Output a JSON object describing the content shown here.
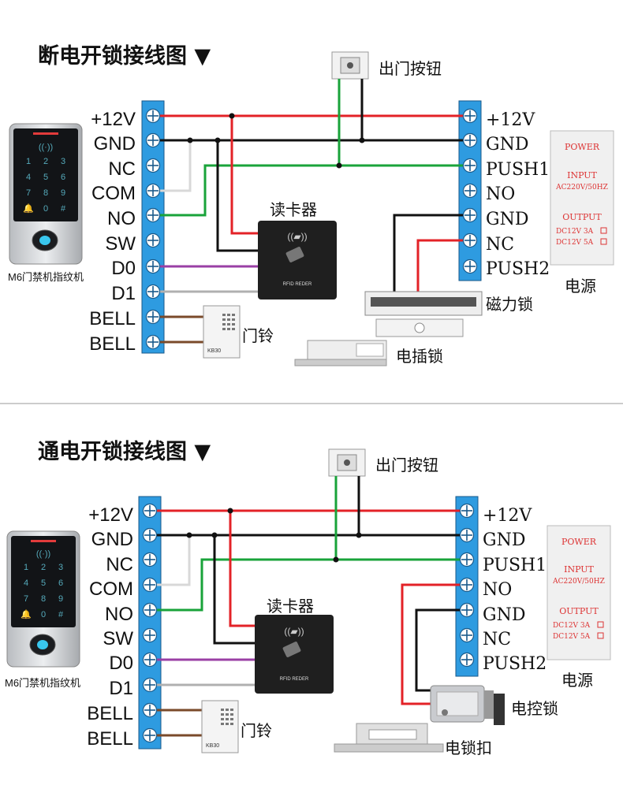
{
  "diagrams": [
    {
      "title": "断电开锁接线图 ▼",
      "device_label": "M6门禁机指纹机",
      "exit_button": "出门按钮",
      "reader_label": "读卡器",
      "reader_text": "RFID REDER",
      "bell_label": "门铃",
      "bell_model": "KB30",
      "left_terminals": [
        "+12V",
        "GND",
        "NC",
        "COM",
        "NO",
        "SW",
        "D0",
        "D1",
        "BELL",
        "BELL"
      ],
      "right_terminals": [
        "+12V",
        "GND",
        "PUSH1",
        "NO",
        "GND",
        "NC",
        "PUSH2"
      ],
      "power_label": "电源",
      "power_box": [
        "POWER",
        "INPUT",
        "AC220V/50HZ",
        "OUTPUT",
        "DC12V 3A",
        "DC12V 5A"
      ],
      "lock1": "磁力锁",
      "lock2": "电插锁"
    },
    {
      "title": "通电开锁接线图 ▼",
      "device_label": "M6门禁机指纹机",
      "exit_button": "出门按钮",
      "reader_label": "读卡器",
      "reader_text": "RFID REDER",
      "bell_label": "门铃",
      "bell_model": "KB30",
      "left_terminals": [
        "+12V",
        "GND",
        "NC",
        "COM",
        "NO",
        "SW",
        "D0",
        "D1",
        "BELL",
        "BELL"
      ],
      "right_terminals": [
        "+12V",
        "GND",
        "PUSH1",
        "NO",
        "GND",
        "NC",
        "PUSH2"
      ],
      "power_label": "电源",
      "power_box": [
        "POWER",
        "INPUT",
        "AC220V/50HZ",
        "OUTPUT",
        "DC12V 3A",
        "DC12V 5A"
      ],
      "lock1": "电控锁",
      "lock2": "电锁扣"
    }
  ],
  "keypad_keys": [
    "1",
    "2",
    "3",
    "4",
    "5",
    "6",
    "7",
    "8",
    "9",
    "🔔",
    "0",
    "#"
  ],
  "wire_colors": {
    "red": "#e32227",
    "black": "#111111",
    "green": "#19a33a",
    "white": "#d8d8d8",
    "purple": "#9a3fa5",
    "gray": "#b0b0b0",
    "brown": "#7a4a2a"
  },
  "terminal_color": "#2e9be0"
}
